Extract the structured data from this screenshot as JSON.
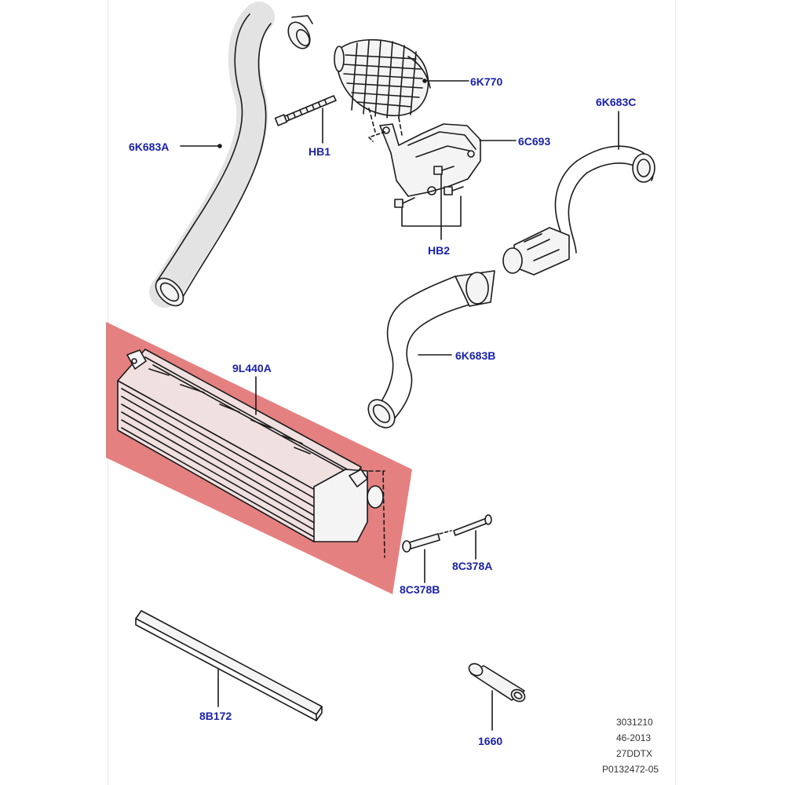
{
  "colors": {
    "callout": "#1a22a8",
    "line": "#1a1a1a",
    "highlight": "#e06a6a",
    "part_fill": "#f4f4f4"
  },
  "callouts": {
    "p6K770": "6K770",
    "p6K683A": "6K683A",
    "pHB1": "HB1",
    "p6C693": "6C693",
    "p6K683C": "6K683C",
    "pHB2": "HB2",
    "p6K683B": "6K683B",
    "p9L440A": "9L440A",
    "p8C378A": "8C378A",
    "p8C378B": "8C378B",
    "p8B172": "8B172",
    "p1660": "1660"
  },
  "reference": {
    "line1": "3031210",
    "line2": "46-2013",
    "line3": "27DDTX",
    "line4": "P0132472-05"
  },
  "highlighted_part": "9L440A"
}
